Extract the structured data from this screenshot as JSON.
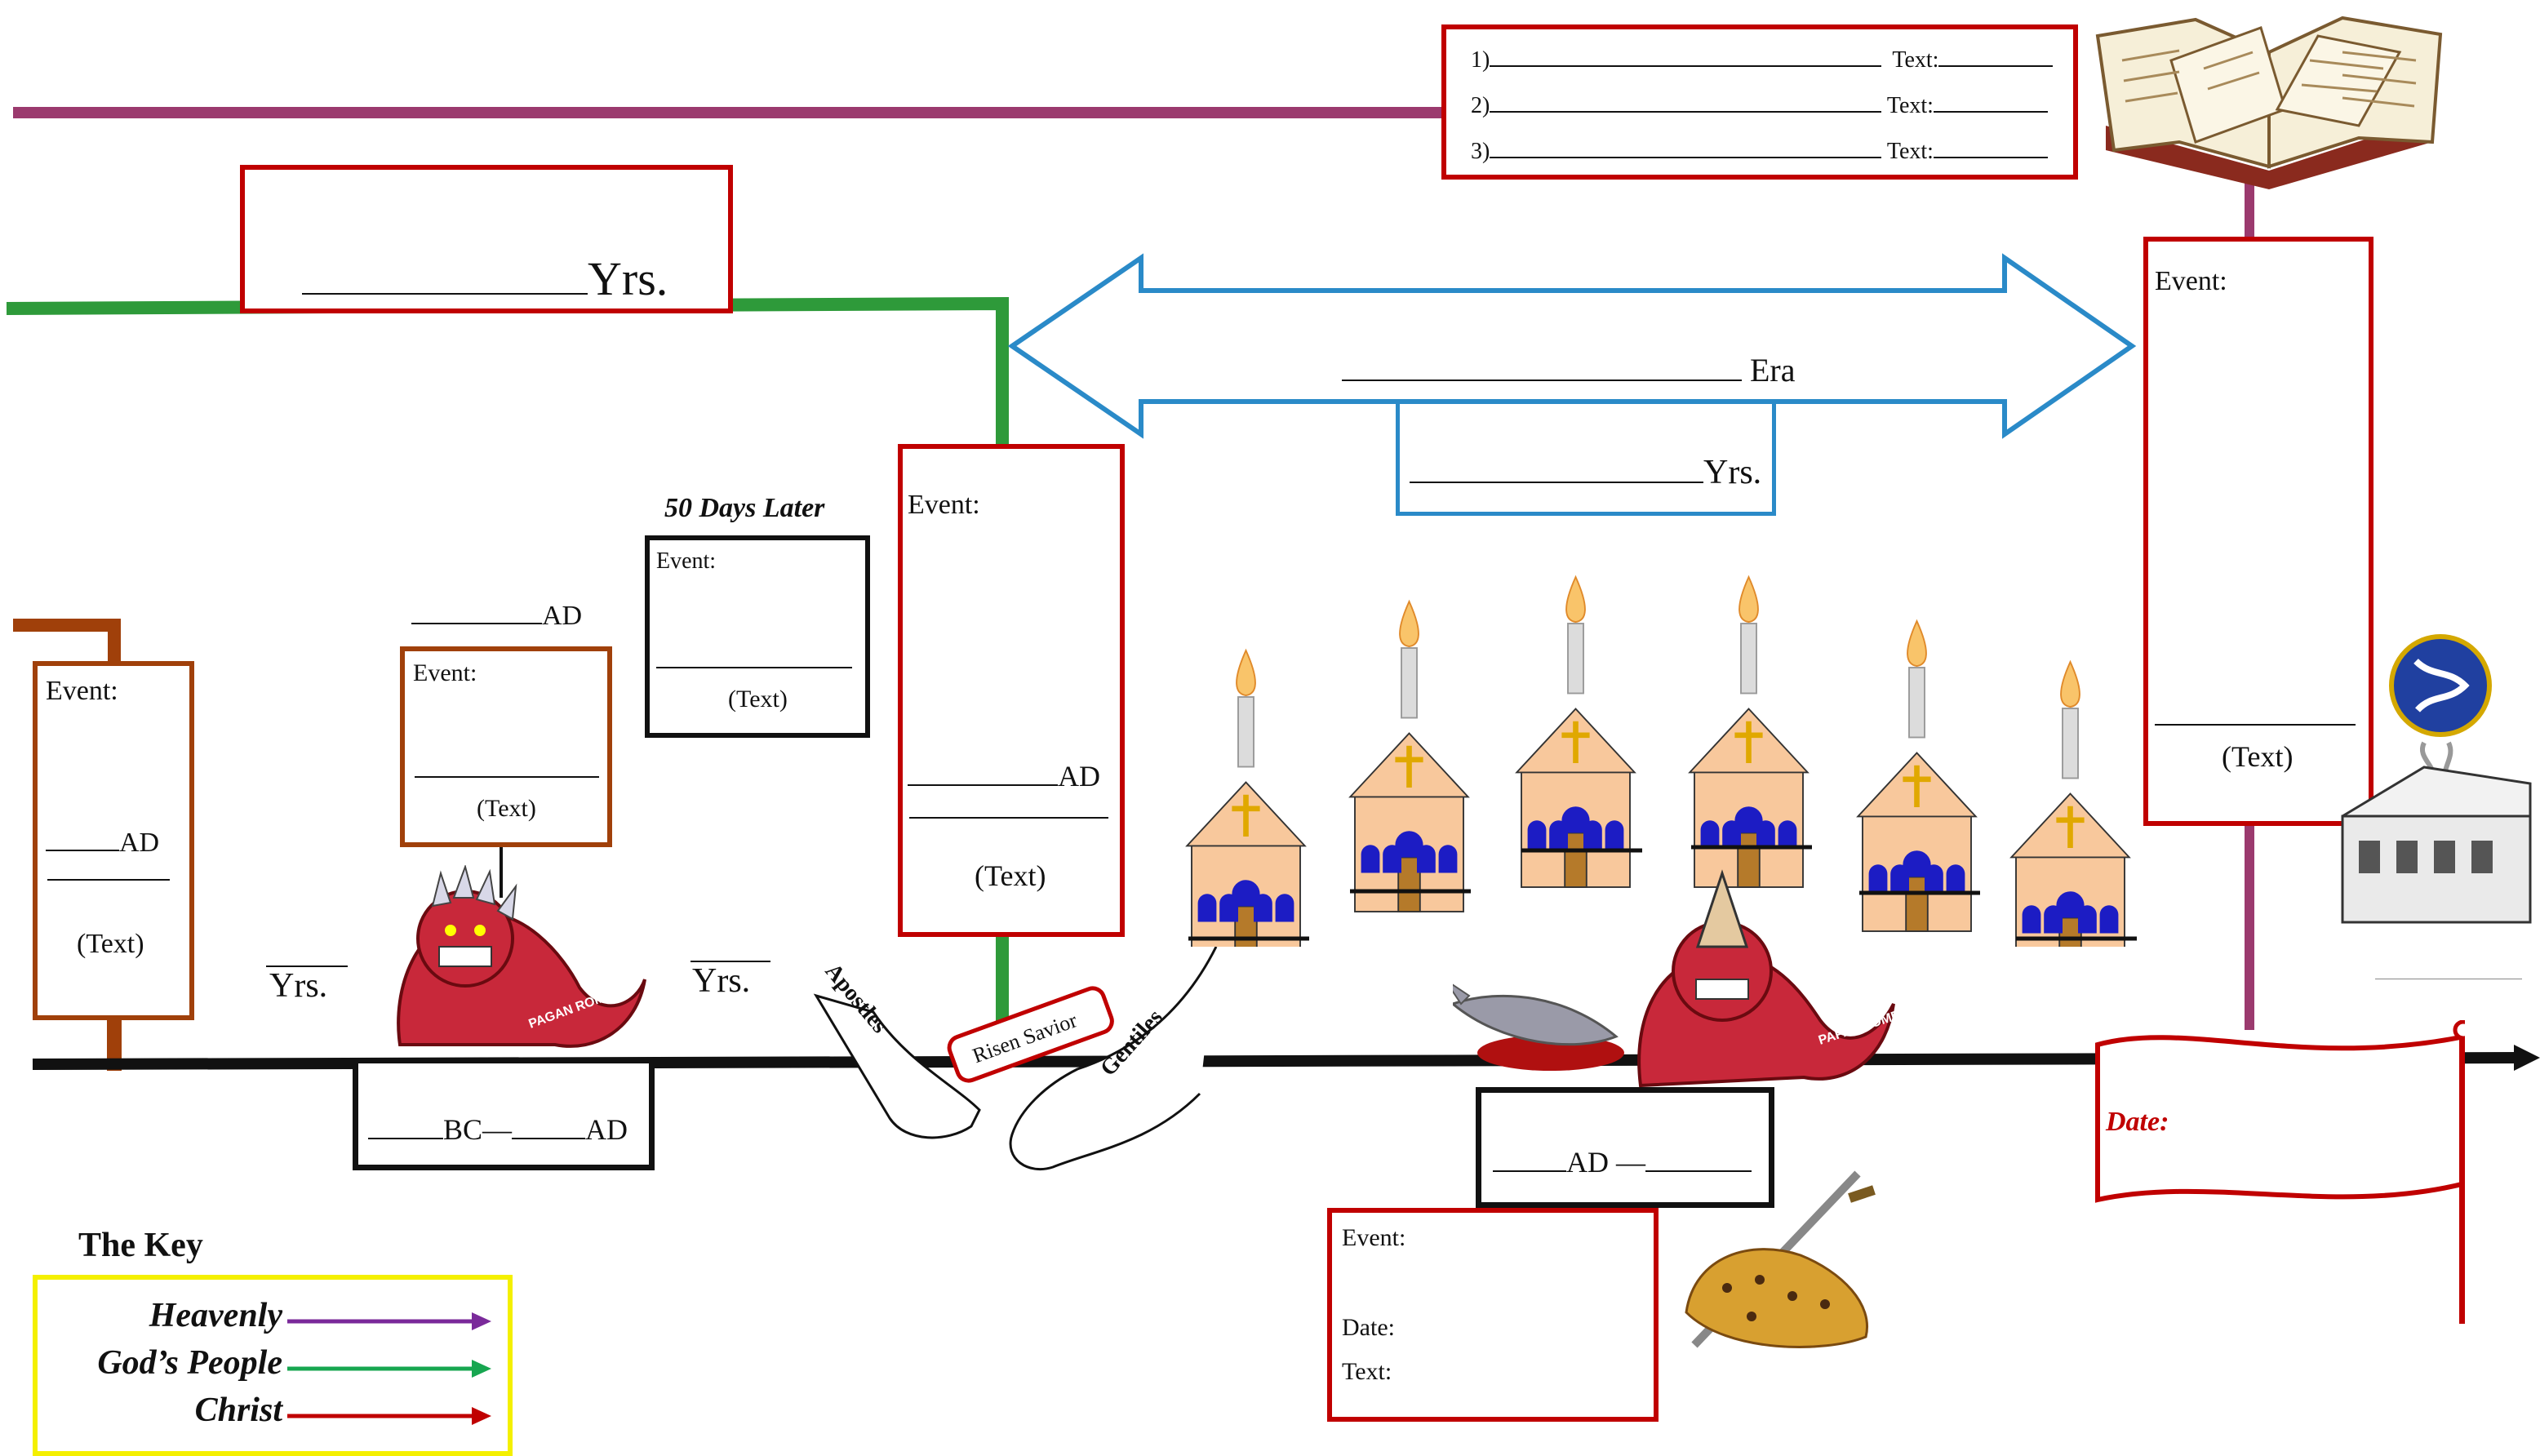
{
  "colors": {
    "heavenly": "#9b3a6e",
    "gods_people": "#2e9a3a",
    "christ": "#c00000",
    "era": "#2a8ac8",
    "rust": "#a0400a",
    "black": "#111111"
  },
  "scripture_box": {
    "lines": [
      {
        "num": "1)",
        "text_label": "Text:"
      },
      {
        "num": "2)",
        "text_label": "Text:"
      },
      {
        "num": "3)",
        "text_label": "Text:"
      }
    ]
  },
  "top_years_box": {
    "label": "Yrs."
  },
  "era_arrow": {
    "label": "Era"
  },
  "era_years_box": {
    "label": "Yrs."
  },
  "right_event_box": {
    "event_label": "Event:",
    "text_label": "(Text)"
  },
  "box_far_left": {
    "event_label": "Event:",
    "ad_label": "AD",
    "text_label": "(Text)"
  },
  "box_second": {
    "ad_top": "AD",
    "event_label": "Event:",
    "text_label": "(Text)"
  },
  "box_50days": {
    "heading": "50 Days Later",
    "event_label": "Event:",
    "text_label": "(Text)"
  },
  "box_center": {
    "event_label": "Event:",
    "ad_label": "AD",
    "text_label": "(Text)"
  },
  "yrs_left": "Yrs.",
  "yrs_middle": "Yrs.",
  "bc_ad_box": {
    "bc": "BC—",
    "ad": "AD"
  },
  "ad_range_box": {
    "ad": "AD —"
  },
  "bottom_event_box": {
    "event_label": "Event:",
    "date_label": "Date:",
    "text_label": "Text:"
  },
  "flag": {
    "date_label": "Date:"
  },
  "risen_savior": {
    "scroll_label": "Risen Savior",
    "apostles_label": "Apostles",
    "gentiles_label": "Gentiles"
  },
  "beasts": {
    "pagan": "PAGAN ROME",
    "papal": "PAPAL ROME"
  },
  "key": {
    "title": "The Key",
    "items": [
      {
        "label": "Heavenly",
        "color": "#7a2a9a"
      },
      {
        "label": "God’s People",
        "color": "#17a650"
      },
      {
        "label": "Christ",
        "color": "#c00000"
      }
    ]
  }
}
